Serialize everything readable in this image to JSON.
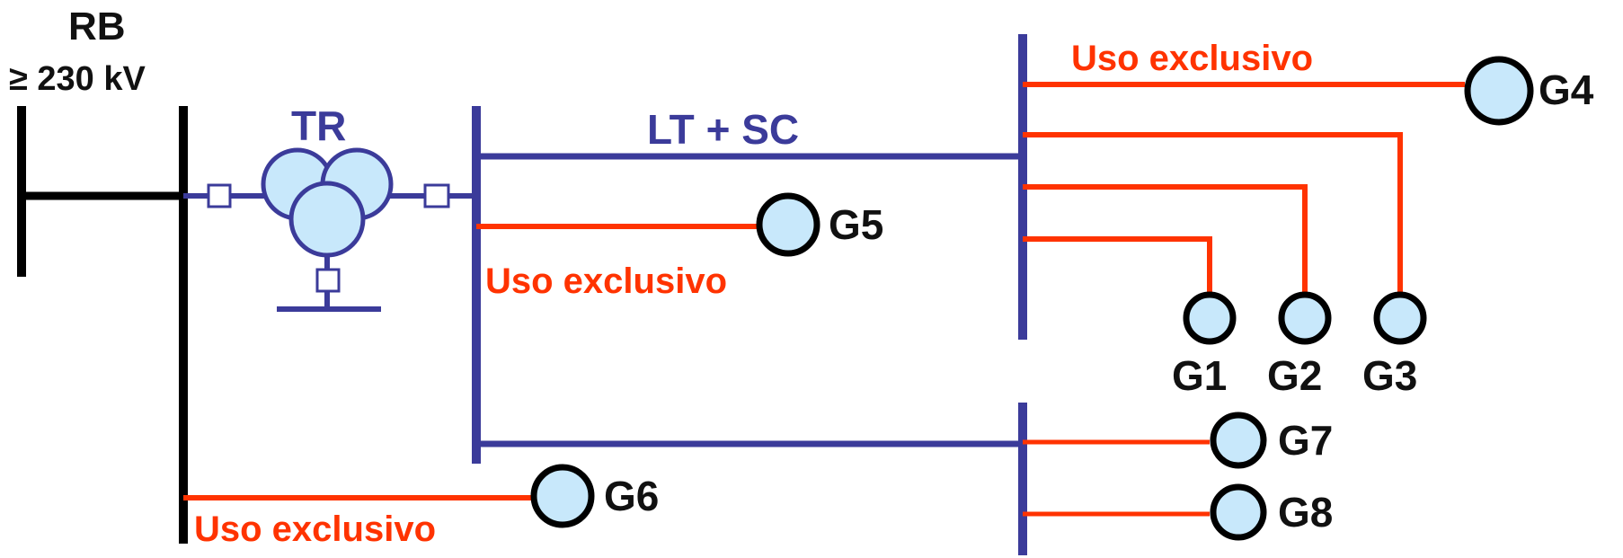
{
  "labels": {
    "rb": "RB",
    "voltage": "≥ 230 kV",
    "transformer": "TR",
    "line": "LT + SC",
    "exclusive_top": "Uso exclusivo",
    "exclusive_mid": "Uso exclusivo",
    "exclusive_bottom": "Uso exclusivo",
    "g1": "G1",
    "g2": "G2",
    "g3": "G3",
    "g4": "G4",
    "g5": "G5",
    "g6": "G6",
    "g7": "G7",
    "g8": "G8"
  },
  "colors": {
    "network_bus": "#000000",
    "system_line": "#3b3b9a",
    "exclusive_line": "#ff3300",
    "generator_fill": "#c8e8fb",
    "generator_stroke": "#000000"
  }
}
